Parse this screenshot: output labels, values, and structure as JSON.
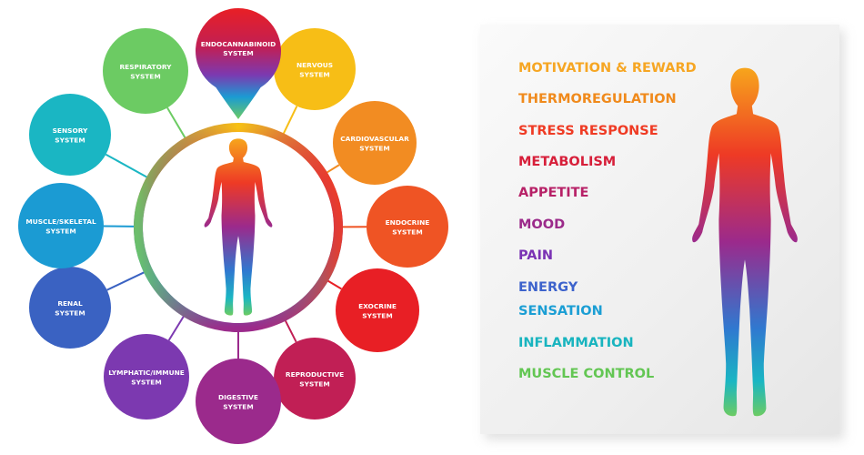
{
  "center": {
    "label": [
      "ENDOCANNABINOID",
      "SYSTEM"
    ]
  },
  "nodes": [
    {
      "label": [
        "NERVOUS",
        "SYSTEM"
      ],
      "color": "#f7be16"
    },
    {
      "label": [
        "CARDIOVASCULAR",
        "SYSTEM"
      ],
      "color": "#f28c22"
    },
    {
      "label": [
        "ENDOCRINE",
        "SYSTEM"
      ],
      "color": "#ef5424"
    },
    {
      "label": [
        "EXOCRINE",
        "SYSTEM"
      ],
      "color": "#e81f25"
    },
    {
      "label": [
        "REPRODUCTIVE",
        "SYSTEM"
      ],
      "color": "#c11f55"
    },
    {
      "label": [
        "DIGESTIVE",
        "SYSTEM"
      ],
      "color": "#9b2a8c"
    },
    {
      "label": [
        "LYMPHATIC/IMMUNE",
        "SYSTEM"
      ],
      "color": "#7c39b0"
    },
    {
      "label": [
        "RENAL",
        "SYSTEM"
      ],
      "color": "#3a62c2"
    },
    {
      "label": [
        "MUSCLE/SKELETAL",
        "SYSTEM"
      ],
      "color": "#1b9bd3"
    },
    {
      "label": [
        "SENSORY",
        "SYSTEM"
      ],
      "color": "#1ab6c3"
    },
    {
      "label": [
        "RESPIRATORY",
        "SYSTEM"
      ],
      "color": "#6ccb63"
    }
  ],
  "functions": [
    {
      "label": "MOTIVATION & REWARD",
      "color": "#f6a623"
    },
    {
      "label": "THERMOREGULATION",
      "color": "#f08a1c"
    },
    {
      "label": "STRESS RESPONSE",
      "color": "#ef3b24"
    },
    {
      "label": "METABOLISM",
      "color": "#d71f3a"
    },
    {
      "label": "APPETITE",
      "color": "#b72167"
    },
    {
      "label": "MOOD",
      "color": "#9b2a8a"
    },
    {
      "label": "PAIN",
      "color": "#7a32b4"
    },
    {
      "label": "ENERGY",
      "color": "#3d63cc"
    },
    {
      "label": "SENSATION",
      "color": "#1b9ed4"
    },
    {
      "label": "INFLAMMATION",
      "color": "#18b4bf"
    },
    {
      "label": "MUSCLE CONTROL",
      "color": "#63c653"
    }
  ]
}
